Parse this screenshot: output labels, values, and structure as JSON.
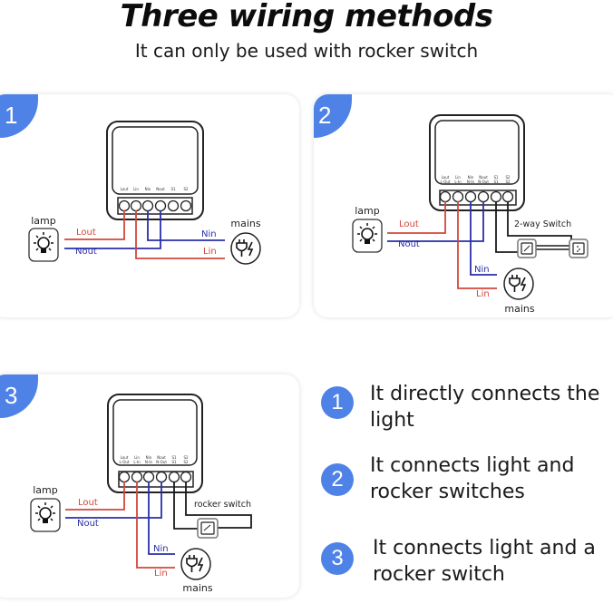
{
  "header": {
    "title": "Three wiring methods",
    "subtitle": "It can only be used with rocker switch"
  },
  "colors": {
    "accent": "#4f82e6",
    "live_wire": "#d2473c",
    "neutral_wire": "#2a2fa8",
    "switch_wire": "#1a1a1a"
  },
  "terminals": [
    {
      "top": "Lout",
      "bottom": "L-Out"
    },
    {
      "top": "Lin",
      "bottom": "L-In"
    },
    {
      "top": "Nin",
      "bottom": "N-In"
    },
    {
      "top": "Nout",
      "bottom": "N-Out"
    },
    {
      "top": "S1",
      "bottom": "S1"
    },
    {
      "top": "S2",
      "bottom": "S2"
    }
  ],
  "diagrams": [
    {
      "number": "1",
      "lamp_label": "lamp",
      "mains_label": "mains",
      "wires": {
        "lout": "Lout",
        "nout": "Nout",
        "nin": "Nin",
        "lin": "Lin"
      },
      "icons": {
        "lamp": "lightbulb-icon",
        "mains": "plug-icon"
      }
    },
    {
      "number": "2",
      "lamp_label": "lamp",
      "mains_label": "mains",
      "switch_label": "2-way Switch",
      "wires": {
        "lout": "Lout",
        "nout": "Nout",
        "nin": "Nin",
        "lin": "Lin"
      },
      "icons": {
        "lamp": "lightbulb-icon",
        "mains": "plug-icon",
        "switch": "rocker-switch-icon"
      }
    },
    {
      "number": "3",
      "lamp_label": "lamp",
      "mains_label": "mains",
      "switch_label": "rocker switch",
      "wires": {
        "lout": "Lout",
        "nout": "Nout",
        "nin": "Nin",
        "lin": "Lin"
      },
      "icons": {
        "lamp": "lightbulb-icon",
        "mains": "plug-icon",
        "switch": "rocker-switch-icon"
      }
    }
  ],
  "legend": [
    {
      "number": "1",
      "text": "It directly connects the light"
    },
    {
      "number": "2",
      "text": "It connects light and rocker switches"
    },
    {
      "number": "3",
      "text": "It connects light and a rocker switch"
    }
  ]
}
